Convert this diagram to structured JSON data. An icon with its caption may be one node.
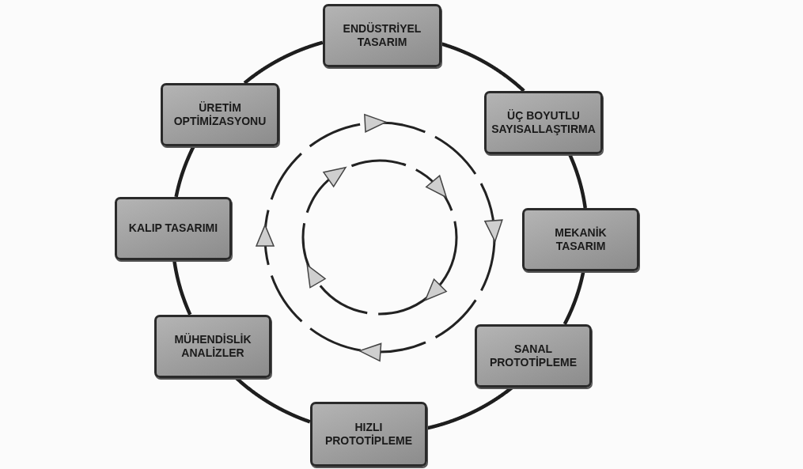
{
  "diagram": {
    "nodes": [
      {
        "text": [
          "ENDÜSTRİYEL TASARIM"
        ]
      },
      {
        "text": [
          "ÜÇ BOYUTLU SAYISALLAŞTIRMA"
        ]
      },
      {
        "text": [
          "MEKANİK TASARIM"
        ]
      },
      {
        "text": [
          "SANAL PROTOTİPLEME"
        ]
      },
      {
        "text": [
          "HIZLI PROTOTİPLEME"
        ]
      },
      {
        "text": [
          "MÜHENDİSLİK ANALİZLER"
        ]
      },
      {
        "text": [
          "KALIP TASARIMI"
        ]
      },
      {
        "text": [
          "ÜRETİM OPTİMİZASYONU"
        ]
      }
    ],
    "edges": [
      {
        "from": 0,
        "to": 1,
        "arrow": "none"
      },
      {
        "from": 1,
        "to": 2,
        "arrow": "none"
      },
      {
        "from": 2,
        "to": 3,
        "arrow": "none"
      },
      {
        "from": 3,
        "to": 4,
        "arrow": "none"
      },
      {
        "from": 4,
        "to": 5,
        "arrow": "none"
      },
      {
        "from": 5,
        "to": 6,
        "arrow": "none"
      },
      {
        "from": 6,
        "to": 7,
        "arrow": "none"
      },
      {
        "from": 7,
        "to": 0,
        "arrow": "none"
      }
    ]
  }
}
